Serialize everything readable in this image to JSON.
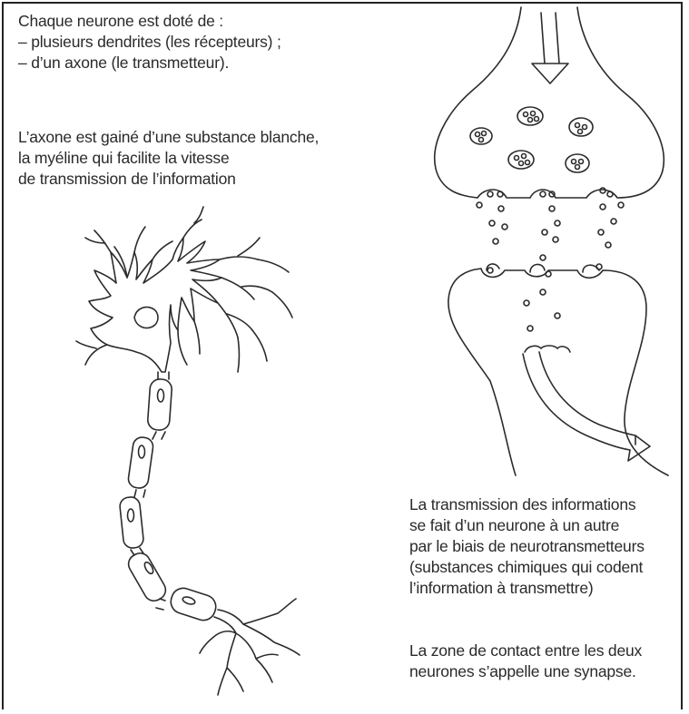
{
  "intro": {
    "line1": "Chaque neurone est doté de :",
    "line2": "– plusieurs dendrites (les récepteurs) ;",
    "line3": "– d’un axone (le transmetteur)."
  },
  "myelin": {
    "line1": "L’axone est gainé d’une substance blanche,",
    "line2": "la myéline qui facilite la vitesse",
    "line3": "de transmission de l’information"
  },
  "transmission": {
    "line1": "La transmission des informations",
    "line2": "se fait d’un neurone à un autre",
    "line3": "par le biais de neurotransmetteurs",
    "line4": "(substances chimiques qui codent",
    "line5": "l’information à transmettre)"
  },
  "synapse": {
    "line1": "La zone de contact entre les deux",
    "line2": "neurones s’appelle une synapse."
  }
}
